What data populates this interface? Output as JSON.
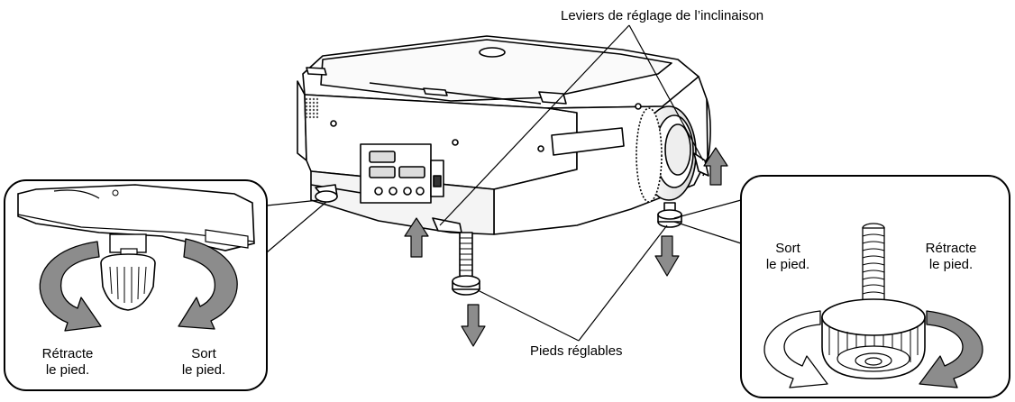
{
  "labels": {
    "tilt_levers": "Leviers de réglage de l’inclinaison",
    "adjustable_feet": "Pieds réglables",
    "left_retract": [
      "Rétracte",
      "le pied."
    ],
    "left_extend": [
      "Sort",
      "le pied."
    ],
    "right_extend": [
      "Sort",
      "le pied."
    ],
    "right_retract": [
      "Rétracte",
      "le pied."
    ]
  },
  "colors": {
    "line": "#000000",
    "arrow_fill": "#8c8c8c",
    "arrow_light": "#ffffff",
    "shade": "#e6e6e6"
  }
}
